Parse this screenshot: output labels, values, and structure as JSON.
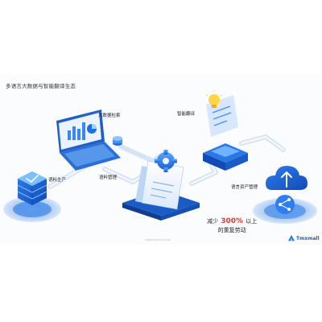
{
  "title": "多语言大数据与智能翻译生态",
  "nodes": {
    "corpus_production": "语料生产",
    "big_data_retrieval": "大数据检索",
    "corpus_management": "语料管理",
    "smart_translation": "智能翻译",
    "language_asset_management": "语言资产管理"
  },
  "callout": {
    "prefix": "减少",
    "percent": "300%",
    "suffix": "以上",
    "line2": "的重复劳动"
  },
  "footer_url": "www.tmxmall.com",
  "logo": {
    "text": "Tmxmall",
    "icon": "tmxmall-logo-icon"
  },
  "colors": {
    "primary": "#1e6fe0",
    "light_blue": "#6fb3ff",
    "accent_red": "#e53935",
    "pipe": "#d9e6f7"
  }
}
